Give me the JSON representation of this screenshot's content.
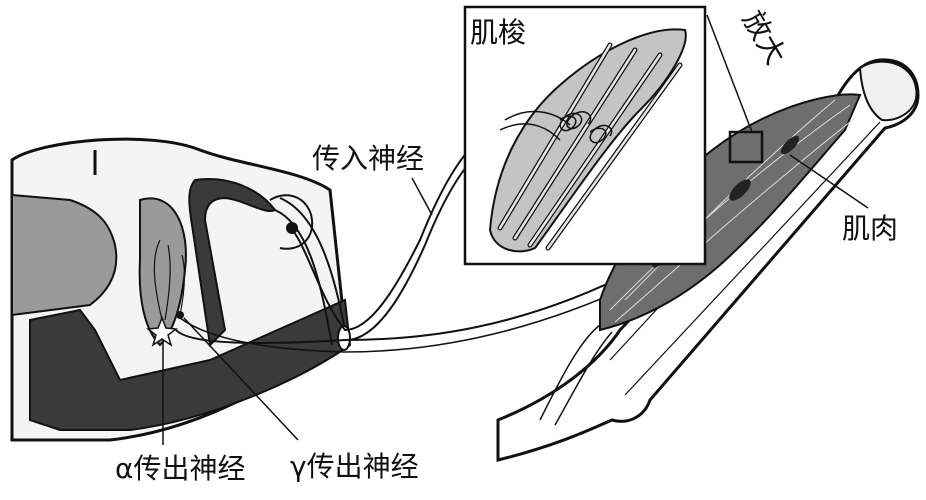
{
  "labels": {
    "spindle": "肌梭",
    "magnify": "放大",
    "afferent": "传入神经",
    "muscle": "肌肉",
    "alpha_efferent": "α传出神经",
    "gamma_efferent": "γ传出神经"
  },
  "colors": {
    "background": "#ffffff",
    "line": "#111111",
    "gray_matter": "#9a9a9a",
    "dark_tract": "#3a3a3a",
    "muscle_fill": "#6e6e6e",
    "spindle_fill": "#c4c4c4"
  }
}
